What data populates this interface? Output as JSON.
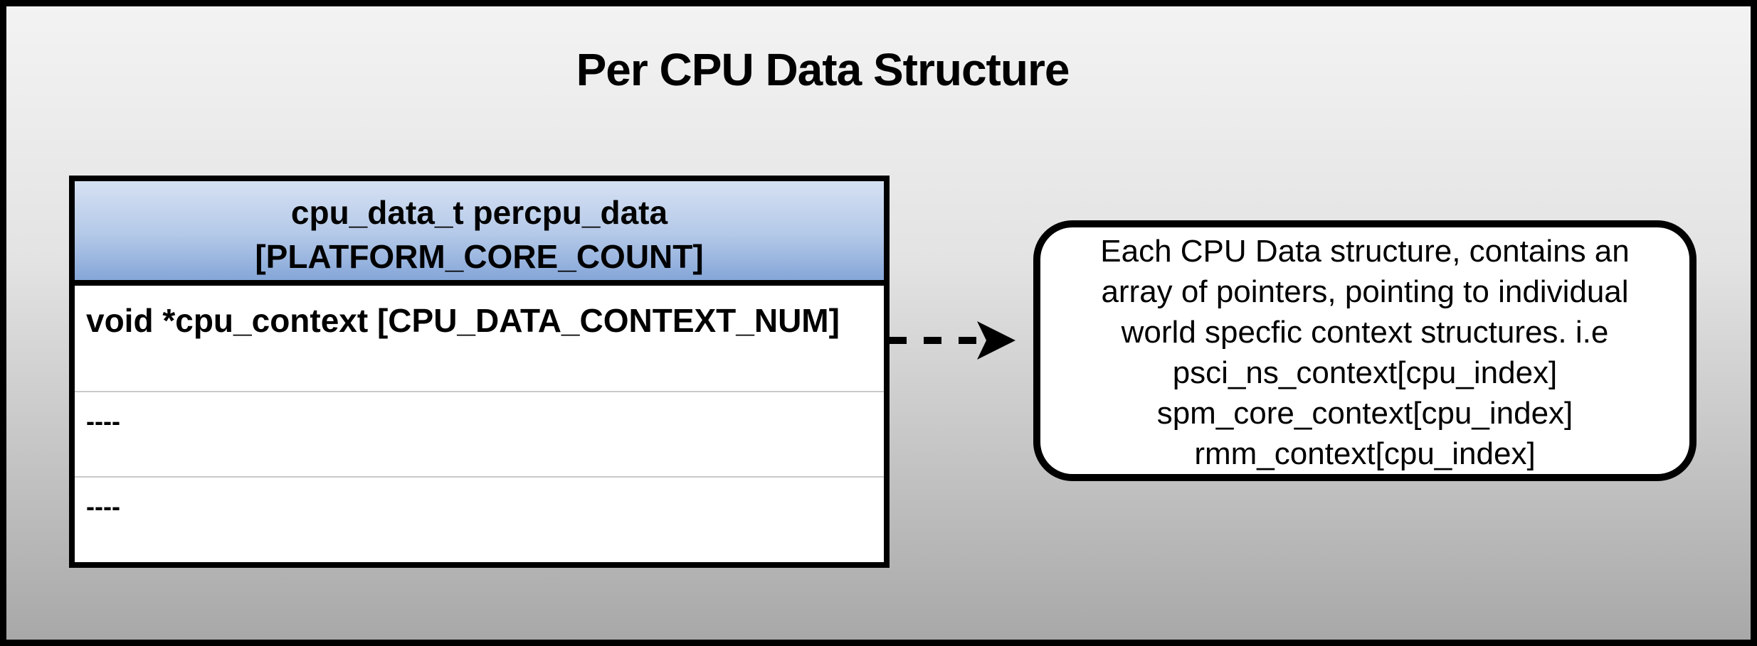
{
  "title": "Per CPU Data Structure",
  "struct_table": {
    "header": {
      "line1": "cpu_data_t percpu_data",
      "line2": "[PLATFORM_CORE_COUNT]"
    },
    "rows": [
      {
        "text": "void *cpu_context [CPU_DATA_CONTEXT_NUM]"
      },
      {
        "text": "----"
      },
      {
        "text": "----"
      }
    ]
  },
  "callout": {
    "lines": [
      "Each CPU Data structure, contains an",
      "array of pointers, pointing to individual",
      "world specfic context structures. i.e",
      "psci_ns_context[cpu_index]",
      "spm_core_context[cpu_index]",
      "rmm_context[cpu_index]"
    ]
  },
  "colors": {
    "frame_border": "#000000",
    "background_top": "#f3f3f3",
    "background_bottom": "#a8a8a8",
    "header_gradient_top": "#d6e1f3",
    "header_gradient_bottom": "#85a6d8",
    "table_fill": "#ffffff",
    "row_divider": "#c9c9c9",
    "text": "#000000"
  }
}
